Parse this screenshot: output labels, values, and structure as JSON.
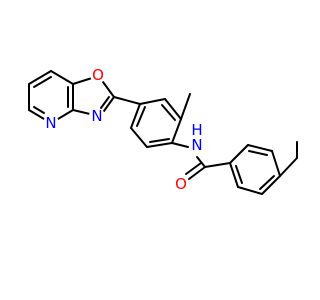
{
  "molecule": {
    "colors": {
      "bond": "#000000",
      "carbon": "#000000",
      "nitrogen": "#0000ff",
      "oxygen": "#ff0000",
      "background": "#ffffff"
    },
    "atoms": {
      "o_oxazole": "O",
      "n_oxazole": "N",
      "n_pyridine": "N",
      "n_amide": "N",
      "h_amide": "H",
      "o_carbonyl": "O"
    }
  }
}
